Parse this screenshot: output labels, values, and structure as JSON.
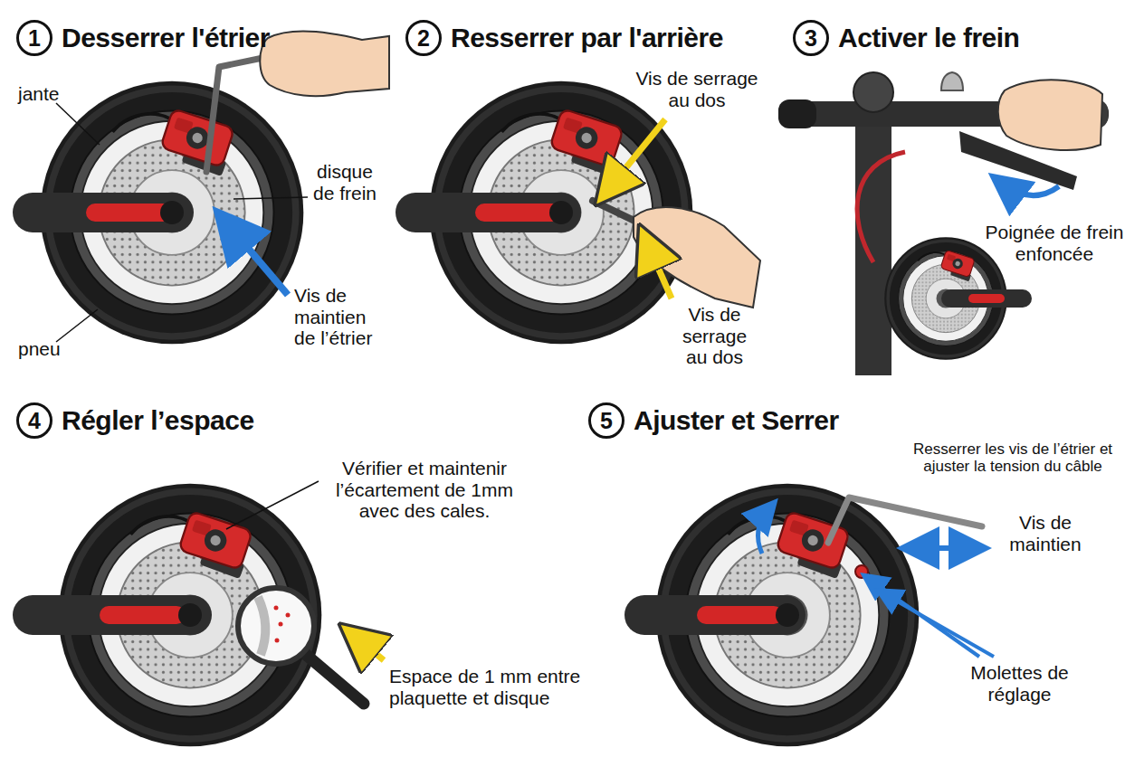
{
  "diagram": {
    "nodes": [
      {
        "text": [
          "1",
          "Desserrer l'étrier"
        ]
      },
      {
        "text": [
          "2",
          "Resserrer par l'arrière"
        ]
      },
      {
        "text": [
          "3",
          "Activer le frein"
        ]
      },
      {
        "text": [
          "4",
          "Régler l’espace"
        ]
      },
      {
        "text": [
          "5",
          "Ajuster et Serrer"
        ]
      }
    ],
    "labels": [
      "jante",
      "disque de frein",
      "Vis de maintien de l’étrier",
      "pneu",
      "Vis de serrage au dos",
      "Vis de serrage au dos",
      "Poignée de frein enfoncée",
      "Vérifier et maintenir l’écartement de 1mm avec des cales.",
      "Espace de 1 mm entre plaquette et disque",
      "Resserrer les vis de l’étrier et ajuster la tension du câble",
      "Vis de maintien",
      "Molettes de réglage"
    ]
  }
}
